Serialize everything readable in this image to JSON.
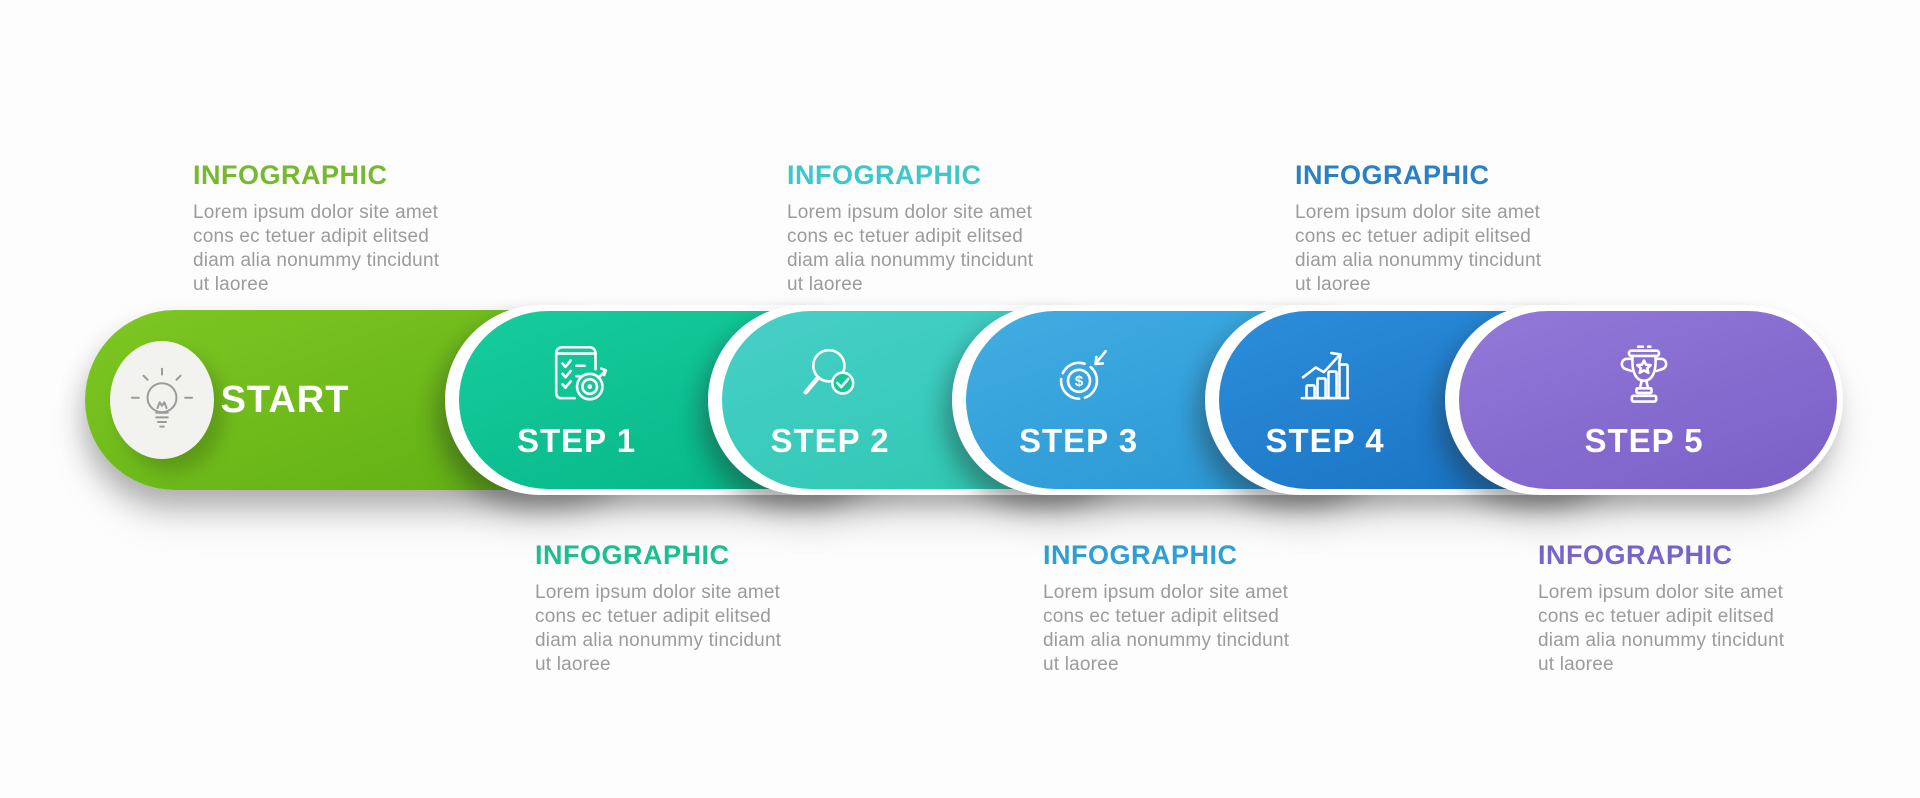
{
  "canvas": {
    "background": "#fdfdfd"
  },
  "timeline": {
    "steps": [
      {
        "label": "START",
        "icon": "lightbulb-icon",
        "color_from": "#7ec723",
        "color_to": "#5ead13",
        "text_color": "#ffffff"
      },
      {
        "label": "STEP 1",
        "icon": "checklist-target-icon",
        "color_from": "#16cd9d",
        "color_to": "#05b384",
        "text_color": "#ffffff"
      },
      {
        "label": "STEP 2",
        "icon": "magnifier-check-icon",
        "color_from": "#48cfc9",
        "color_to": "#2cc7ae",
        "text_color": "#ffffff"
      },
      {
        "label": "STEP 3",
        "icon": "donut-dollar-icon",
        "color_from": "#41ade2",
        "color_to": "#2894d2",
        "text_color": "#ffffff"
      },
      {
        "label": "STEP 4",
        "icon": "bar-chart-growth-icon",
        "color_from": "#2c8edb",
        "color_to": "#176fc0",
        "text_color": "#ffffff"
      },
      {
        "label": "STEP 5",
        "icon": "trophy-icon",
        "color_from": "#9379d9",
        "color_to": "#7a5fc6",
        "text_color": "#ffffff"
      }
    ]
  },
  "text_blocks": [
    {
      "id": "top-1",
      "heading": "INFOGRAPHIC",
      "heading_color": "#76b82f",
      "lines": [
        "Lorem ipsum dolor site amet",
        "cons ec tetuer adipit elitsed",
        "diam alia nonummy tincidunt",
        "ut laoree"
      ]
    },
    {
      "id": "top-2",
      "heading": "INFOGRAPHIC",
      "heading_color": "#3ec6c9",
      "lines": [
        "Lorem ipsum dolor site amet",
        "cons ec tetuer adipit elitsed",
        "diam alia nonummy tincidunt",
        "ut laoree"
      ]
    },
    {
      "id": "top-3",
      "heading": "INFOGRAPHIC",
      "heading_color": "#2b80c5",
      "lines": [
        "Lorem ipsum dolor site amet",
        "cons ec tetuer adipit elitsed",
        "diam alia nonummy tincidunt",
        "ut laoree"
      ]
    },
    {
      "id": "bottom-1",
      "heading": "INFOGRAPHIC",
      "heading_color": "#1dbf92",
      "lines": [
        "Lorem ipsum dolor site amet",
        "cons ec tetuer adipit elitsed",
        "diam alia nonummy tincidunt",
        "ut laoree"
      ]
    },
    {
      "id": "bottom-2",
      "heading": "INFOGRAPHIC",
      "heading_color": "#2f9fd4",
      "lines": [
        "Lorem ipsum dolor site amet",
        "cons ec tetuer adipit elitsed",
        "diam alia nonummy tincidunt",
        "ut laoree"
      ]
    },
    {
      "id": "bottom-3",
      "heading": "INFOGRAPHIC",
      "heading_color": "#7a63c9",
      "lines": [
        "Lorem ipsum dolor site amet",
        "cons ec tetuer adipit elitsed",
        "diam alia nonummy tincidunt",
        "ut laoree"
      ]
    }
  ]
}
